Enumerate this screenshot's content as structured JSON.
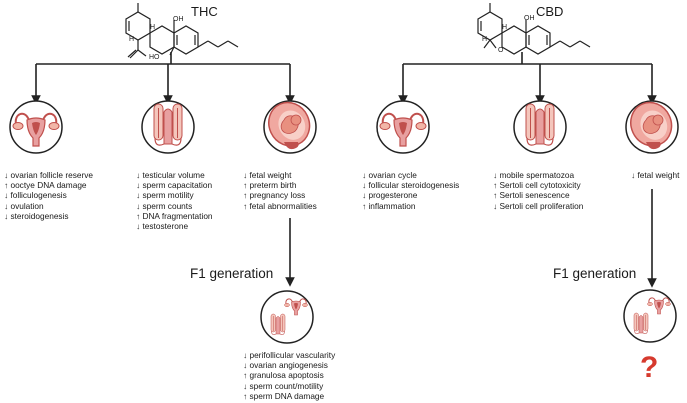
{
  "thc": {
    "title": "THC",
    "female_effects": [
      "↓ ovarian follicle reserve",
      "↑ ooctye DNA damage",
      "↓ folliculogenesis",
      "↓ ovulation",
      "↓ steroidogenesis"
    ],
    "male_effects": [
      "↓ testicular volume",
      "↓ sperm capacitation",
      "↓ sperm motility",
      "↓ sperm counts",
      "↑ DNA fragmentation",
      "↓ testosterone"
    ],
    "pregnancy_effects": [
      "↓ fetal weight",
      "↑ preterm birth",
      "↑ pregnancy loss",
      "↑ fetal abnormalities"
    ],
    "f1_label": "F1 generation",
    "f1_effects": [
      "↓ perifollicular vascularity",
      "↓ ovarian angiogenesis",
      "↑ granulosa apoptosis",
      "↓ sperm count/motility",
      "↑ sperm DNA damage"
    ]
  },
  "cbd": {
    "title": "CBD",
    "female_effects": [
      "↓ ovarian cycle",
      "↓ follicular steroidogenesis",
      "↓ progesterone",
      "↑ inflammation"
    ],
    "male_effects": [
      "↓ mobile spermatozoa",
      "↑ Sertoli cell cytotoxicity",
      "↑ Sertoli senescence",
      "↓ Sertoli cell proliferation"
    ],
    "pregnancy_effects": [
      "↓ fetal weight"
    ],
    "f1_label": "F1 generation",
    "f1_unknown": "?"
  },
  "colors": {
    "tissue": "#e8a0a0",
    "tissue_dark": "#c0504d",
    "line": "#222222",
    "question": "#d63a2e"
  },
  "icons": [
    "thc-molecule-icon",
    "cbd-molecule-icon",
    "female-reproductive-icon",
    "male-reproductive-icon",
    "pregnant-uterus-icon",
    "arrow-down-icon"
  ]
}
